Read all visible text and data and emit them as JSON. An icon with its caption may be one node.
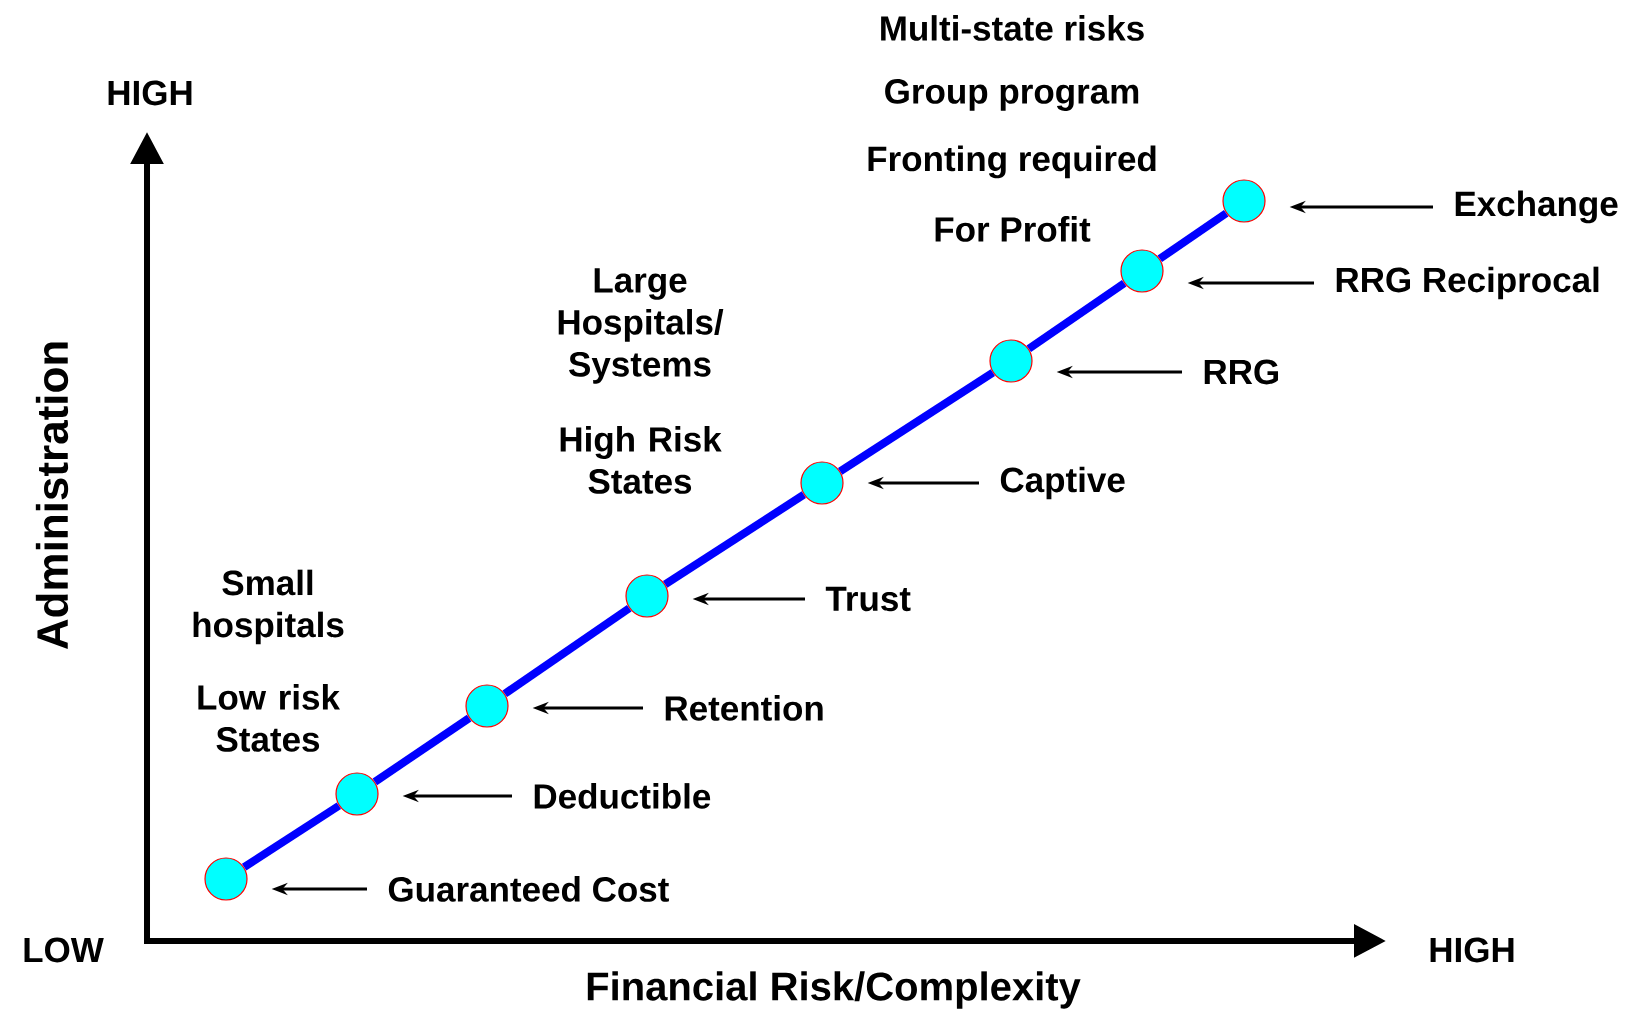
{
  "diagram": {
    "nodes": [
      {
        "text": [],
        "shape": "circle"
      },
      {
        "text": [],
        "shape": "circle"
      },
      {
        "text": [],
        "shape": "circle"
      },
      {
        "text": [],
        "shape": "circle"
      },
      {
        "text": [],
        "shape": "circle"
      },
      {
        "text": [],
        "shape": "circle"
      },
      {
        "text": [],
        "shape": "circle"
      },
      {
        "text": [],
        "shape": "circle"
      },
      {
        "text": [
          "Guaranteed Cost"
        ]
      },
      {
        "text": [
          "Deductible"
        ]
      },
      {
        "text": [
          "Retention"
        ]
      },
      {
        "text": [
          "Trust"
        ]
      },
      {
        "text": [
          "Captive"
        ]
      },
      {
        "text": [
          "RRG"
        ]
      },
      {
        "text": [
          "RRG Reciprocal"
        ]
      },
      {
        "text": [
          "Exchange"
        ]
      }
    ],
    "edges": [
      {
        "from": 0,
        "to": 1,
        "arrow": "none",
        "style": "thick",
        "color": "#0000ff"
      },
      {
        "from": 1,
        "to": 2,
        "arrow": "none",
        "style": "thick",
        "color": "#0000ff"
      },
      {
        "from": 2,
        "to": 3,
        "arrow": "none",
        "style": "thick",
        "color": "#0000ff"
      },
      {
        "from": 3,
        "to": 4,
        "arrow": "none",
        "style": "thick",
        "color": "#0000ff"
      },
      {
        "from": 4,
        "to": 5,
        "arrow": "none",
        "style": "thick",
        "color": "#0000ff"
      },
      {
        "from": 5,
        "to": 6,
        "arrow": "none",
        "style": "thick",
        "color": "#0000ff"
      },
      {
        "from": 6,
        "to": 7,
        "arrow": "none",
        "style": "thick",
        "color": "#0000ff"
      },
      {
        "from": 8,
        "to": 0,
        "arrow": "to"
      },
      {
        "from": 9,
        "to": 1,
        "arrow": "to"
      },
      {
        "from": 10,
        "to": 2,
        "arrow": "to"
      },
      {
        "from": 11,
        "to": 3,
        "arrow": "to"
      },
      {
        "from": 12,
        "to": 4,
        "arrow": "to"
      },
      {
        "from": 13,
        "to": 5,
        "arrow": "to"
      },
      {
        "from": 14,
        "to": 6,
        "arrow": "to"
      },
      {
        "from": 15,
        "to": 7,
        "arrow": "to"
      }
    ],
    "labels": [
      "Multi-state risks",
      "Group program",
      "Fronting required",
      "For Profit",
      "HIGH",
      "Large Hospitals/ Systems",
      "High Risk States",
      "Administration",
      "Small hospitals",
      "Low risk States",
      "LOW",
      "HIGH",
      "Financial Risk/Complexity"
    ]
  }
}
